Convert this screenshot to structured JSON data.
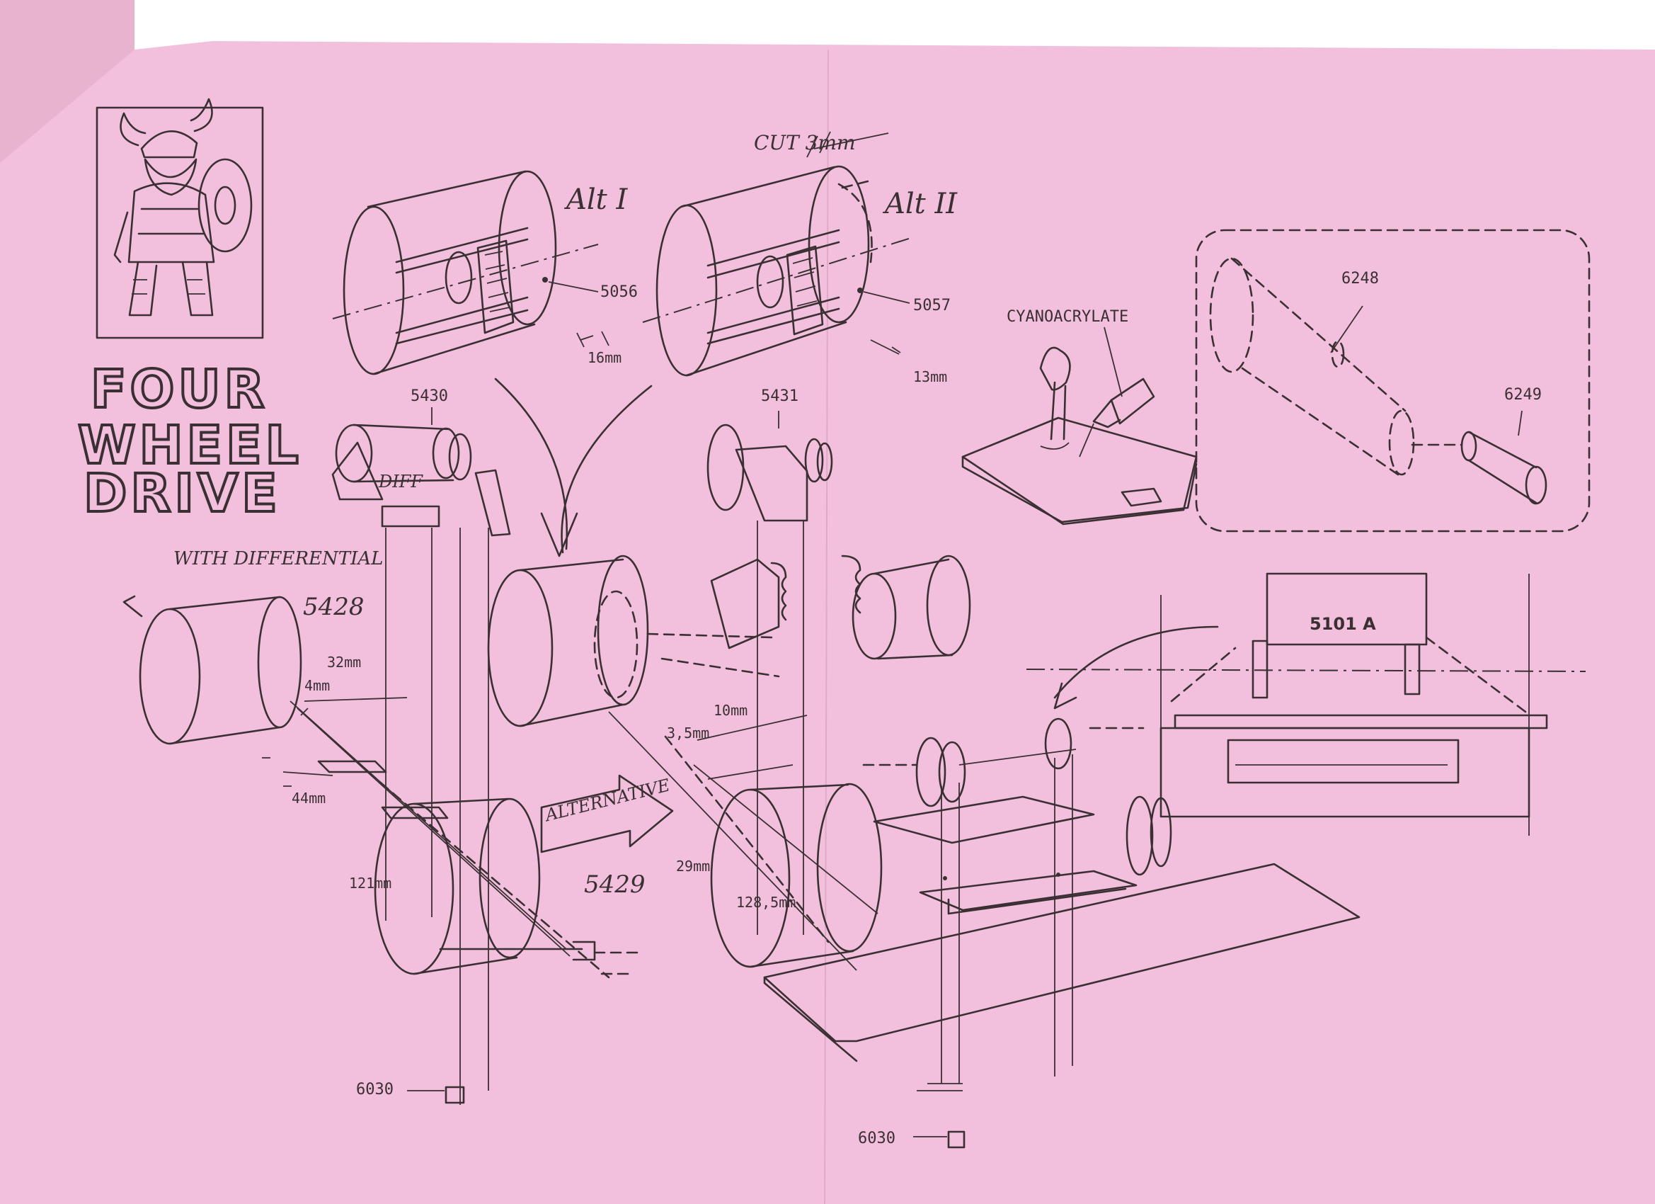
{
  "page": {
    "paper_color": "#f2bfdc",
    "ink_color": "#3a3034",
    "margin_color": "#ffffff"
  },
  "title": {
    "line1": "FOUR",
    "line2": "WHEEL",
    "line3": "DRIVE"
  },
  "icons": {
    "logo": "viking-warrior-icon",
    "alternative_arrow": "right-arrow-icon",
    "curved_arrow": "curved-arrow-icon",
    "glue_tube": "glue-tube-icon"
  },
  "alt1": {
    "label": "Alt I",
    "part": "5056",
    "dim": "16mm"
  },
  "alt2": {
    "label": "Alt II",
    "part": "5057",
    "dim": "13mm",
    "cut_note": "CUT 3mm"
  },
  "glue": {
    "label": "CYANOACRYLATE"
  },
  "inset": {
    "part_a": "6248",
    "part_b": "6249"
  },
  "left_assembly": {
    "diff_part": "5430",
    "diff_text": "DIFF",
    "with_diff_label": "WITH DIFFERENTIAL",
    "part_5428": "5428",
    "dim_32": "32mm",
    "dim_4": "4mm",
    "dim_44": "44mm",
    "dim_121": "121mm",
    "screw_part": "6030"
  },
  "center_assembly": {
    "part_5431": "5431",
    "dim_10": "10mm",
    "dim_3_5": "3,5mm",
    "alternative_label": "ALTERNATIVE",
    "part_5429": "5429",
    "dim_29": "29mm",
    "dim_128_5": "128,5mm",
    "screw_part": "6030"
  },
  "chassis": {
    "part": "5101 A"
  }
}
